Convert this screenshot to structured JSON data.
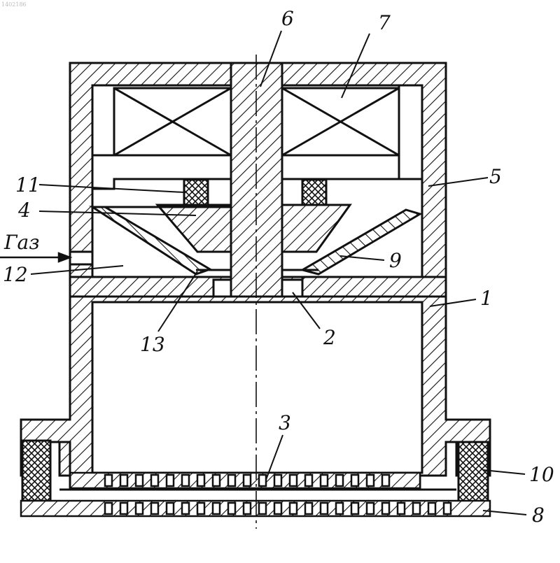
{
  "corner_mark": "1402186",
  "gas_label": "Газ",
  "labels": {
    "l1": "1",
    "l2": "2",
    "l3": "3",
    "l4": "4",
    "l5": "5",
    "l6": "6",
    "l7": "7",
    "l8": "8",
    "l9": "9",
    "l10": "10",
    "l11": "11",
    "l12": "12",
    "l13": "13"
  }
}
